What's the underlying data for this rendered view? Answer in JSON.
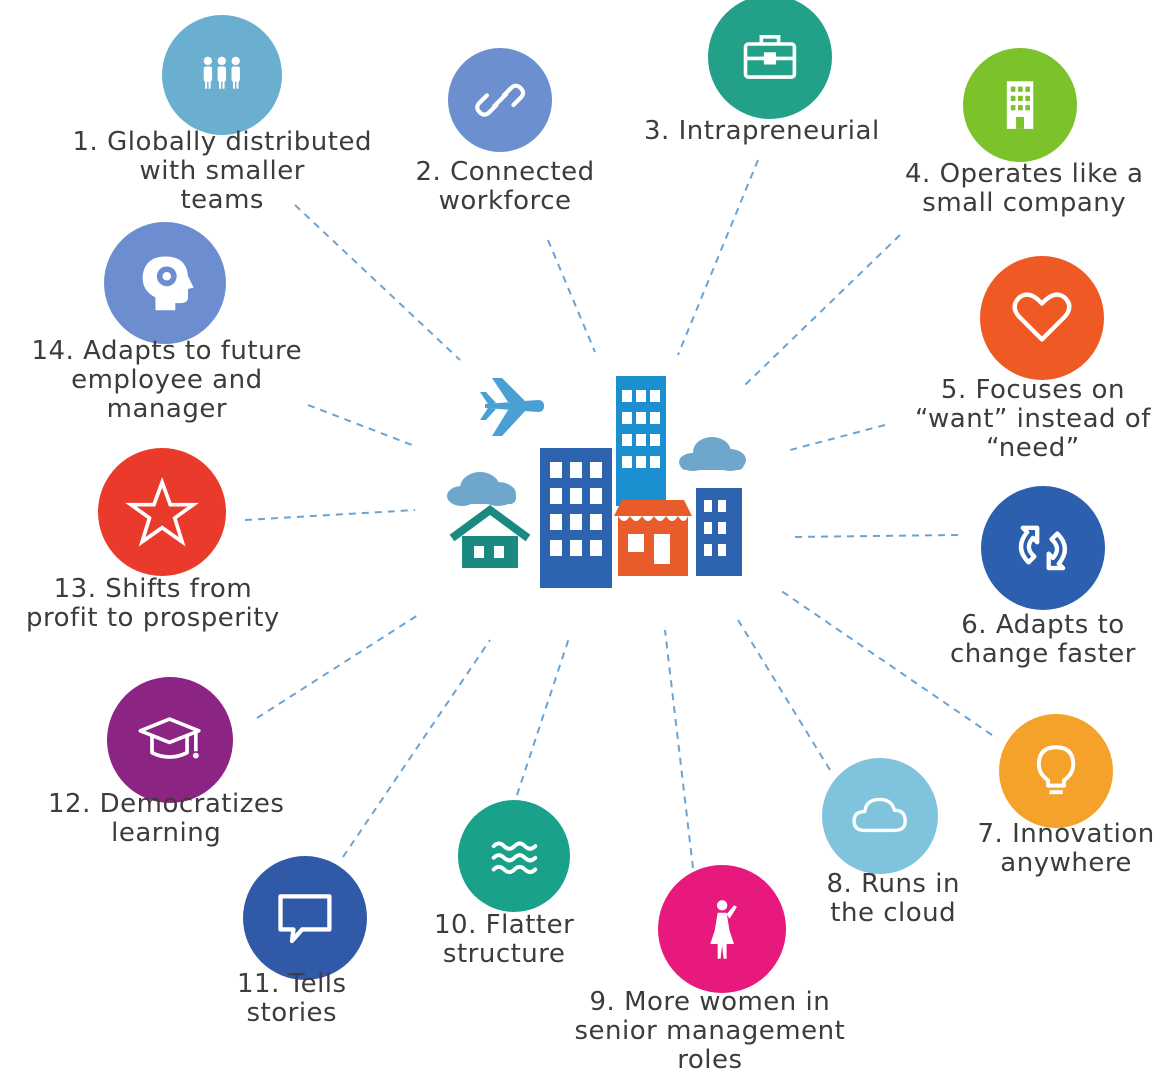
{
  "colors": {
    "connector": "#6aa3d5",
    "text": "#3c3c3c",
    "building_blue": "#2e63b0",
    "tower_blue": "#1b8fd0",
    "house_teal": "#1a8a80",
    "shop_orange": "#e85c2c",
    "cloud_blue": "#6fa7cc",
    "plane_blue": "#4a9fd3"
  },
  "nodes": [
    {
      "id": "globally-distributed",
      "icon": "people-icon",
      "color": "#6aaed0",
      "lines": [
        "1. Globally distributed",
        "with smaller",
        "teams"
      ]
    },
    {
      "id": "connected-workforce",
      "icon": "link-icon",
      "color": "#6c8fd0",
      "lines": [
        "2. Connected",
        "workforce"
      ]
    },
    {
      "id": "intrapreneurial",
      "icon": "briefcase-icon",
      "color": "#22a088",
      "lines": [
        "3. Intrapreneurial"
      ]
    },
    {
      "id": "operates-like-small-company",
      "icon": "building-icon",
      "color": "#7cc22a",
      "lines": [
        "4. Operates like a",
        "small company"
      ]
    },
    {
      "id": "focuses-on-want",
      "icon": "heart-icon",
      "color": "#ef5a24",
      "lines": [
        "5. Focuses on",
        "“want” instead of",
        "“need”"
      ]
    },
    {
      "id": "adapts-to-change",
      "icon": "refresh-icon",
      "color": "#2c5fae",
      "lines": [
        "6. Adapts to",
        "change faster"
      ]
    },
    {
      "id": "innovation-anywhere",
      "icon": "lightbulb-icon",
      "color": "#f5a22a",
      "lines": [
        "7. Innovation",
        "anywhere"
      ]
    },
    {
      "id": "runs-in-cloud",
      "icon": "cloud-icon",
      "color": "#7fc3dd",
      "lines": [
        "8. Runs in",
        "the cloud"
      ]
    },
    {
      "id": "more-women",
      "icon": "woman-icon",
      "color": "#e8197d",
      "lines": [
        "9. More women in",
        "senior management",
        "roles"
      ]
    },
    {
      "id": "flatter-structure",
      "icon": "waves-icon",
      "color": "#1aa18a",
      "lines": [
        "10. Flatter",
        "structure"
      ]
    },
    {
      "id": "tells-stories",
      "icon": "speech-bubble-icon",
      "color": "#3059a8",
      "lines": [
        "11. Tells",
        "stories"
      ]
    },
    {
      "id": "democratizes-learning",
      "icon": "graduation-cap-icon",
      "color": "#8b2482",
      "lines": [
        "12. Democratizes",
        "learning"
      ]
    },
    {
      "id": "shifts-to-prosperity",
      "icon": "star-icon",
      "color": "#e93a2b",
      "lines": [
        "13. Shifts from",
        "profit to prosperity"
      ]
    },
    {
      "id": "adapts-to-future-employee",
      "icon": "head-icon",
      "color": "#6c8ed0",
      "lines": [
        "14. Adapts to future",
        "employee and",
        "manager"
      ]
    }
  ]
}
